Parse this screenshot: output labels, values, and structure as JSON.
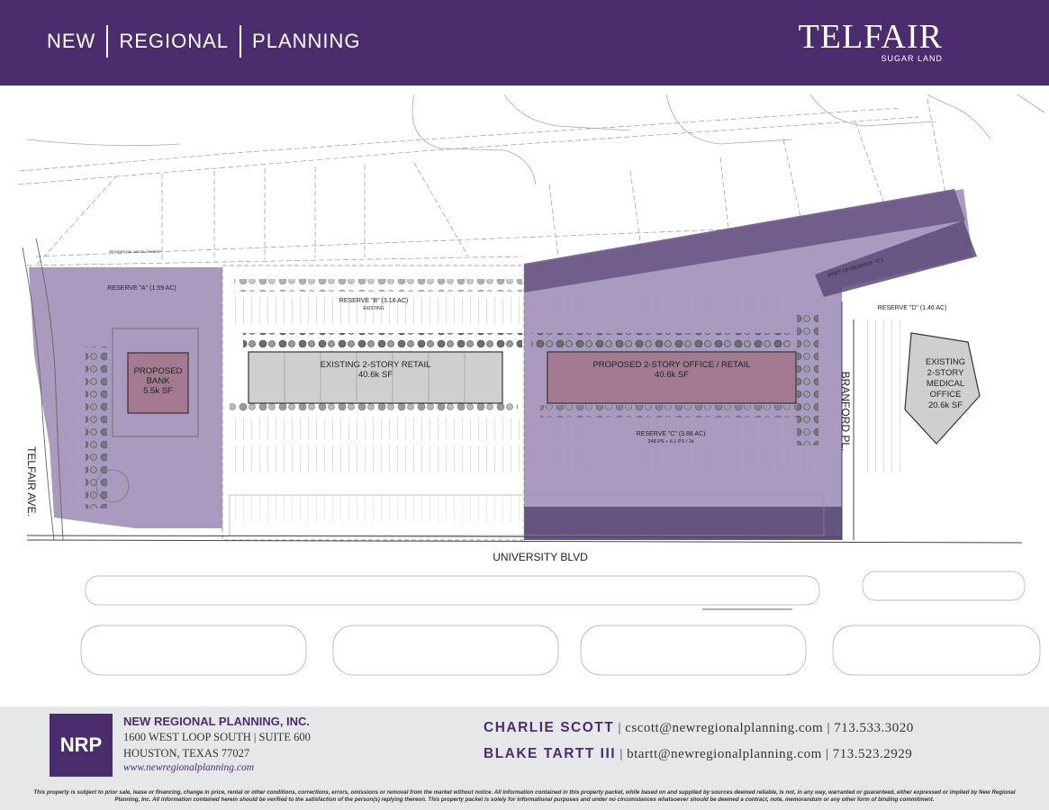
{
  "header": {
    "nav_words": [
      "NEW",
      "REGIONAL",
      "PLANNING"
    ],
    "logo_main": "TELFAIR",
    "logo_sub": "SUGAR LAND"
  },
  "site_plan": {
    "reserve_a": "RESERVE \"A\" (1.59 AC)",
    "reserve_b": "RESERVE \"B\" (3.18 AC)",
    "reserve_b_sub": "EXISTING",
    "reserve_c": "RESERVE \"C\" (3.88 AC)",
    "reserve_c_parking": "248 PS ÷ 6.1 PS / 1k",
    "reserve_c_part": "(PART OF RESERVE \"C\")",
    "reserve_d": "RESERVE \"D\" (1.46 AC)",
    "residential": "RESIDENTIAL DEVELOPMENT",
    "bank": {
      "line1": "PROPOSED",
      "line2": "BANK",
      "line3": "5.5k SF"
    },
    "existing_retail": {
      "line1": "EXISTING 2-STORY RETAIL",
      "line2": "40.6k SF"
    },
    "proposed_office": {
      "line1": "PROPOSED 2-STORY OFFICE / RETAIL",
      "line2": "40.6k SF"
    },
    "medical": {
      "line1": "EXISTING",
      "line2": "2-STORY",
      "line3": "MEDICAL",
      "line4": "OFFICE",
      "line5": "20.6k SF"
    },
    "streets": {
      "telfair": "TELFAIR AVE.",
      "university": "UNIVERSITY BLVD",
      "branford": "BRANFORD PL."
    },
    "colors": {
      "purple_overlay": "#9a88b4",
      "purple_dark": "#4b2d6e",
      "building_gray": "#cfcfd1",
      "building_pink": "#a37a8f"
    }
  },
  "footer": {
    "logo": "NRP",
    "company": "NEW REGIONAL PLANNING, INC.",
    "address1": "1600 WEST LOOP SOUTH | SUITE 600",
    "address2": "HOUSTON, TEXAS 77027",
    "website": "www.newregionalplanning.com",
    "contacts": [
      {
        "name": "CHARLIE SCOTT",
        "details": " | cscott@newregionalplanning.com | 713.533.3020"
      },
      {
        "name": "BLAKE TARTT III",
        "details": " | btartt@newregionalplanning.com | 713.523.2929"
      }
    ],
    "disclaimer": "This property is subject to prior sale, lease or financing, change in price, rental or other conditions, corrections, errors, omissions or removal from the market without notice. All information contained in this property packet, while based on and supplied by sources deemed reliable, is not, in any way, warranted or guaranteed, either expressed or implied by New Regional Planning, Inc. All information contained herein should be verified to the satisfaction of the person(s) replying thereon. This property packet is solely for informational purposes and under no circumstances whatsoever should be deemed a contract, note, memorandum or any other form of binding commitment."
  }
}
